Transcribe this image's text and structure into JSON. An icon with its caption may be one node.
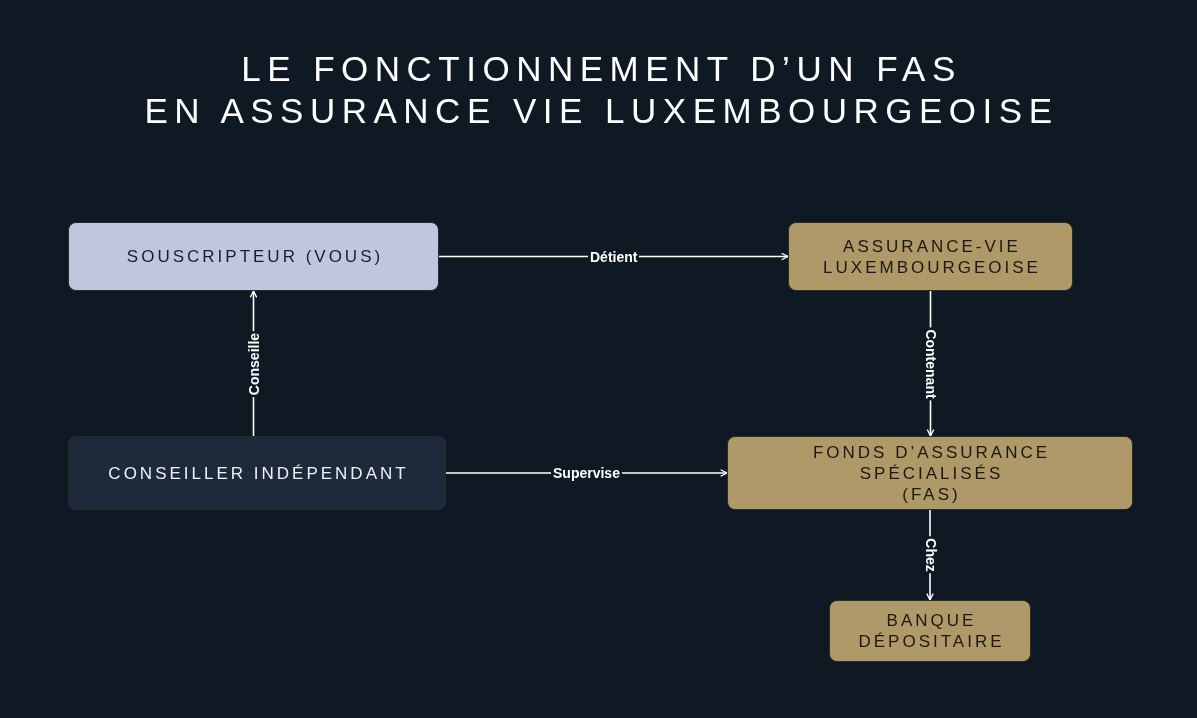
{
  "diagram": {
    "title": "LE FONCTIONNEMENT D’UN FAS EN ASSURANCE VIE LUXEMBOURGEOISE",
    "nodes": [
      {
        "text": [
          "SOUSCRIPTEUR (VOUS)"
        ]
      },
      {
        "text": [
          "ASSURANCE-VIE LUXEMBOURGEOISE"
        ]
      },
      {
        "text": [
          "CONSEILLER INDÉPENDANT"
        ]
      },
      {
        "text": [
          "FONDS D’ASSURANCE SPÉCIALISÉS (FAS)"
        ]
      },
      {
        "text": [
          "BANQUE DÉPOSITAIRE"
        ]
      }
    ],
    "edges": [
      {
        "from": 0,
        "to": 1,
        "arrow": "to",
        "label": "Détient"
      },
      {
        "from": 2,
        "to": 0,
        "arrow": "to",
        "label": "Conseille"
      },
      {
        "from": 1,
        "to": 3,
        "arrow": "to",
        "label": "Contenant"
      },
      {
        "from": 2,
        "to": 3,
        "arrow": "to",
        "label": "Supervise"
      },
      {
        "from": 3,
        "to": 4,
        "arrow": "to",
        "label": "Chez"
      }
    ]
  }
}
